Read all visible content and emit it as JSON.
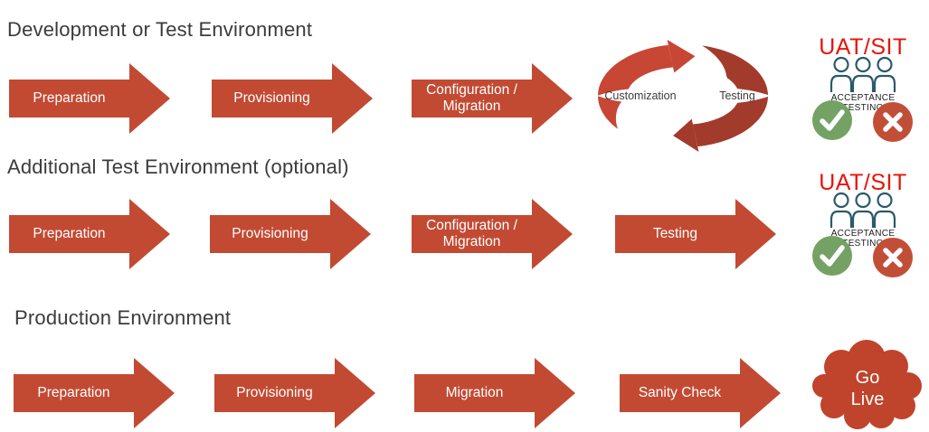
{
  "colors": {
    "arrow_red": "#c24a33",
    "cycle_light": "#c74634",
    "cycle_dark": "#a23b2b",
    "uat_red": "#e81309",
    "check_green": "#74a264",
    "cross_red": "#c14f38",
    "people_stroke": "#2b5a6b",
    "title_color": "#3b3b3b",
    "cloud_red": "#c0432c",
    "label_dark": "#3c3c3c"
  },
  "rows": [
    {
      "title": "Development or Test Environment",
      "steps": [
        "Preparation",
        "Provisioning",
        "Configuration / Migration"
      ],
      "cycle": {
        "left_label": "Customization",
        "right_label": "Testing"
      },
      "uat": {
        "title": "UAT/SIT",
        "caption_line1": "ACCEPTANCE",
        "caption_line2": "TESTING"
      }
    },
    {
      "title": "Additional Test Environment (optional)",
      "steps": [
        "Preparation",
        "Provisioning",
        "Configuration / Migration",
        "Testing"
      ],
      "uat": {
        "title": "UAT/SIT",
        "caption_line1": "ACCEPTANCE",
        "caption_line2": "TESTING"
      }
    },
    {
      "title": "Production Environment",
      "steps": [
        "Preparation",
        "Provisioning",
        "Migration",
        "Sanity Check"
      ],
      "cloud": {
        "line1": "Go",
        "line2": "Live"
      }
    }
  ]
}
